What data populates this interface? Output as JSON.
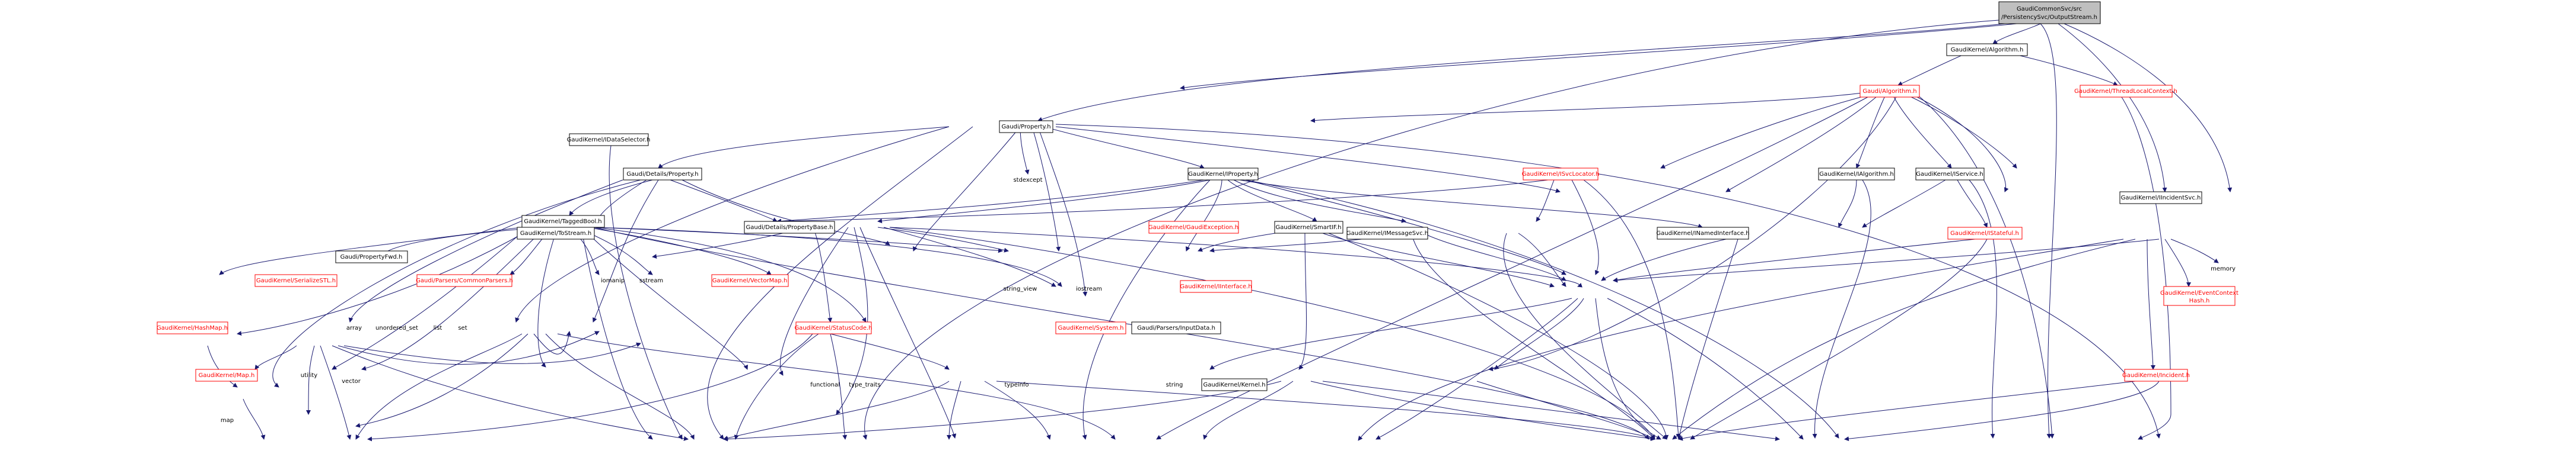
{
  "root": {
    "line1": "GaudiCommonSvc/src",
    "line2": "/PersistencySvc/OutputStream.h"
  },
  "nodes": {
    "ialgorithm": "GaudiKernel/Algorithm.h",
    "gaudi_algorithm": "Gaudi/Algorithm.h",
    "ithreadlocal": "GaudiKernel/ThreadLocalContext.h",
    "idataselector": "GaudiKernel/IDataSelector.h",
    "gaudi_property": "Gaudi/Property.h",
    "details_property": "Gaudi/Details/Property.h",
    "stdexcept": "stdexcept",
    "k_iproperty": "GaudiKernel/IProperty.h",
    "k_isvclocator": "GaudiKernel/ISvcLocator.h",
    "k_ialgorithm": "GaudiKernel/IAlgorithm.h",
    "k_iservice": "GaudiKernel/IService.h",
    "k_iincidentsvc": "GaudiKernel/IIncidentSvc.h",
    "k_taggedbool": "GaudiKernel/TaggedBool.h",
    "k_tostream": "GaudiKernel/ToStream.h",
    "details_propertybase": "Gaudi/Details/PropertyBase.h",
    "k_gaudiexception": "GaudiKernel/GaudiException.h",
    "k_smartif": "GaudiKernel/SmartIF.h",
    "k_imessagesvc": "GaudiKernel/IMessageSvc.h",
    "k_inamedinterface": "GaudiKernel/INamedInterface.h",
    "k_istateful": "GaudiKernel/IStateful.h",
    "memory": "memory",
    "gaudi_propertyfwd": "Gaudi/PropertyFwd.h",
    "k_serializestl": "GaudiKernel/SerializeSTL.h",
    "parsers_commonparsers": "Gaudi/Parsers/CommonParsers.h",
    "iomanip": "iomanip",
    "sstream": "sstream",
    "k_vectormap": "GaudiKernel/VectorMap.h",
    "string_view": "string_view",
    "iostream": "iostream",
    "k_iinterface": "GaudiKernel/IInterface.h",
    "k_eventcontexthash_l1": "GaudiKernel/EventContext",
    "k_eventcontexthash_l2": "Hash.h",
    "k_hashmap": "GaudiKernel/HashMap.h",
    "array": "array",
    "unordered_set": "unordered_set",
    "list": "list",
    "set": "set",
    "k_statuscode": "GaudiKernel/StatusCode.h",
    "k_system": "GaudiKernel/System.h",
    "parsers_inputdata": "Gaudi/Parsers/InputData.h",
    "k_incident": "GaudiKernel/Incident.h",
    "k_map": "GaudiKernel/Map.h",
    "utility": "utility",
    "vector": "vector",
    "functional": "functional",
    "type_traits": "type_traits",
    "typeinfo": "typeinfo",
    "string": "string",
    "k_kernel": "GaudiKernel/Kernel.h",
    "map": "map"
  }
}
